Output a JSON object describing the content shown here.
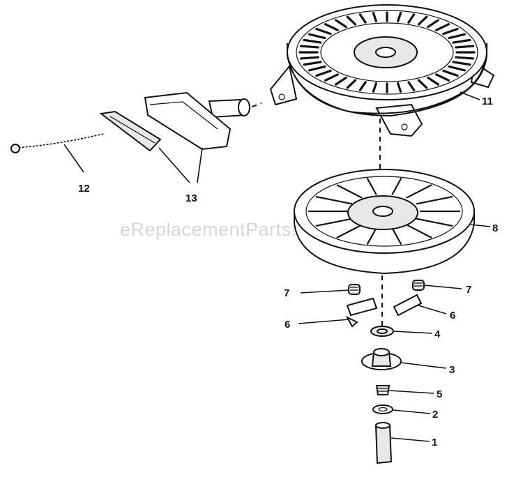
{
  "watermark": "eReplacementParts.com",
  "labels": {
    "p1": "1",
    "p2": "2",
    "p3": "3",
    "p4": "4",
    "p5": "5",
    "p6_left": "6",
    "p6_right": "6",
    "p7_left": "7",
    "p7_right": "7",
    "p8": "8",
    "p11": "11",
    "p12": "12",
    "p13": "13"
  }
}
